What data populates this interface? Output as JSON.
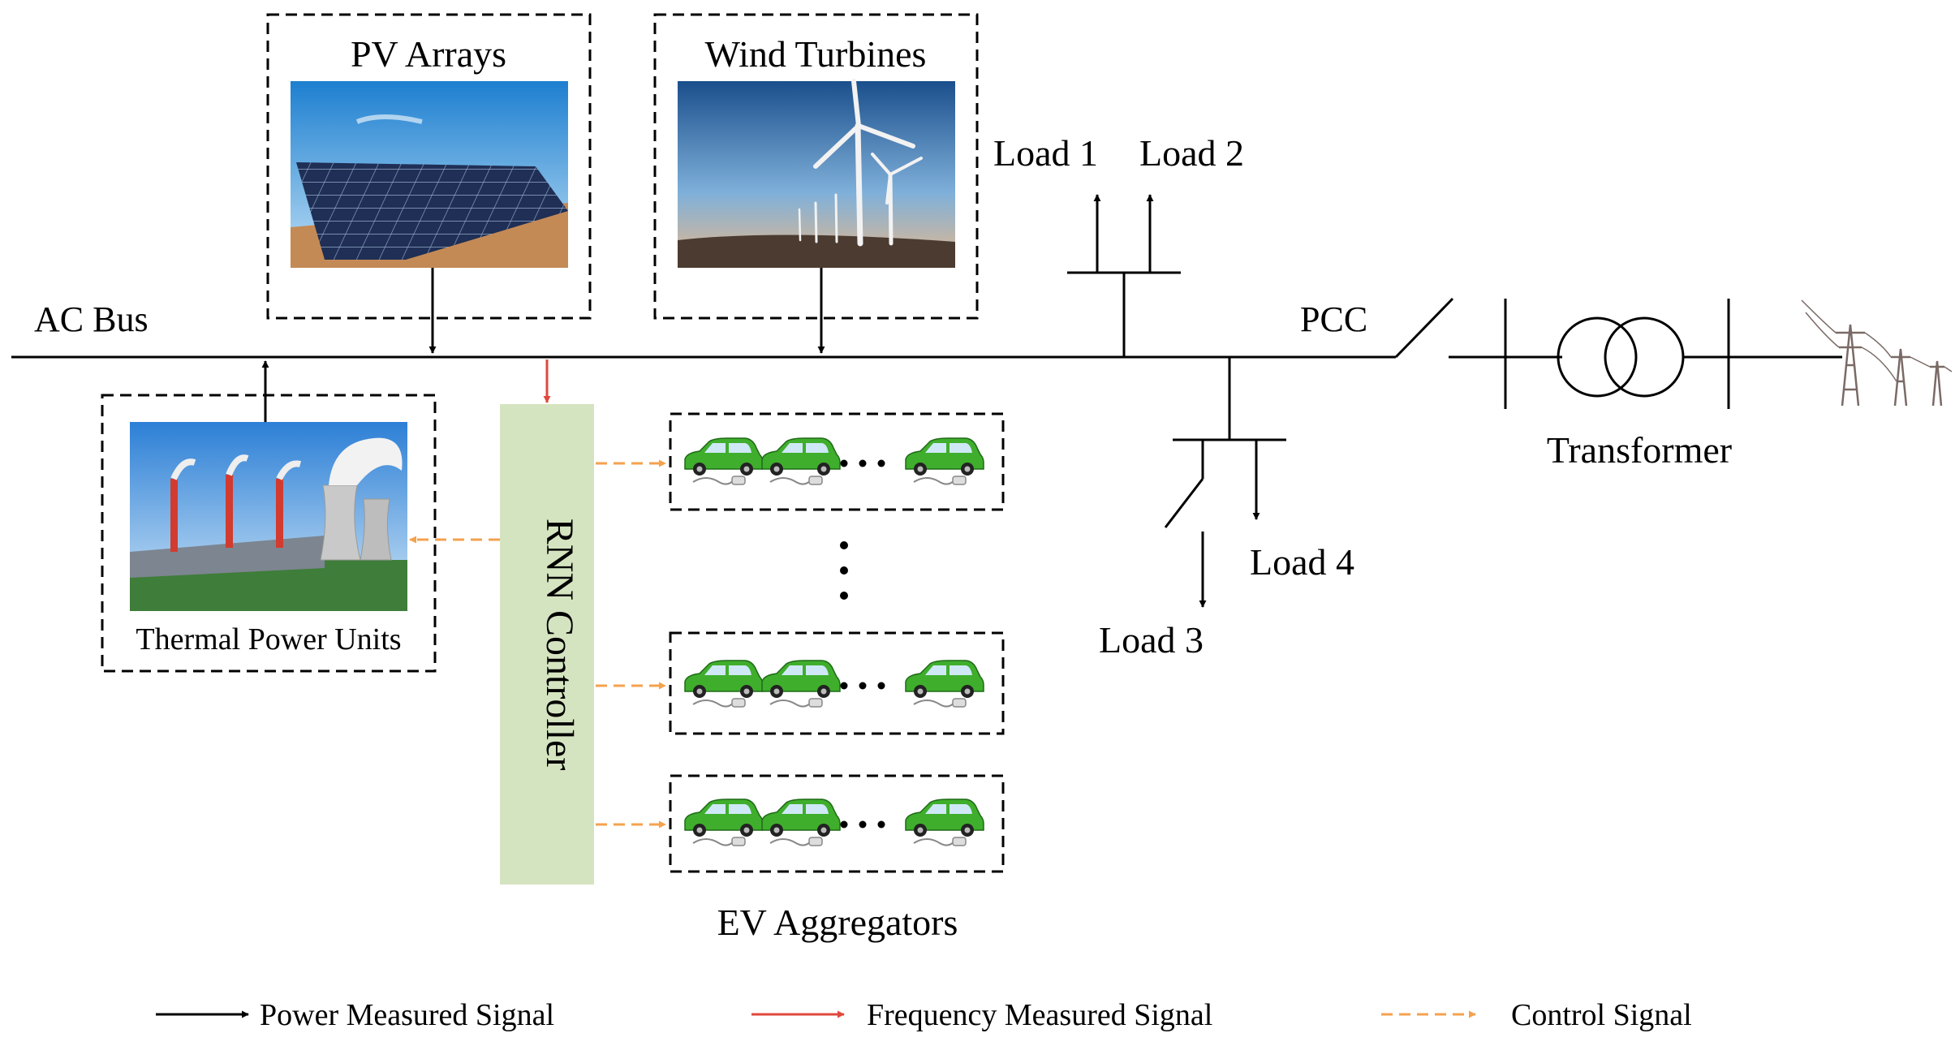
{
  "labels": {
    "pv": "PV Arrays",
    "wind": "Wind Turbines",
    "ac_bus": "AC Bus",
    "load1": "Load 1",
    "load2": "Load 2",
    "load3": "Load 3",
    "load4": "Load 4",
    "pcc": "PCC",
    "transformer": "Transformer",
    "thermal": "Thermal Power Units",
    "rnn": "RNN Controller",
    "ev": "EV Aggregators"
  },
  "legend": {
    "power": "Power Measured Signal",
    "frequency": "Frequency Measured Signal",
    "control": "Control Signal"
  },
  "colors": {
    "power": "#000000",
    "frequency": "#e0483c",
    "control": "#f4a24e",
    "controller_fill": "#d5e4c0",
    "car": "#3fae2c"
  }
}
